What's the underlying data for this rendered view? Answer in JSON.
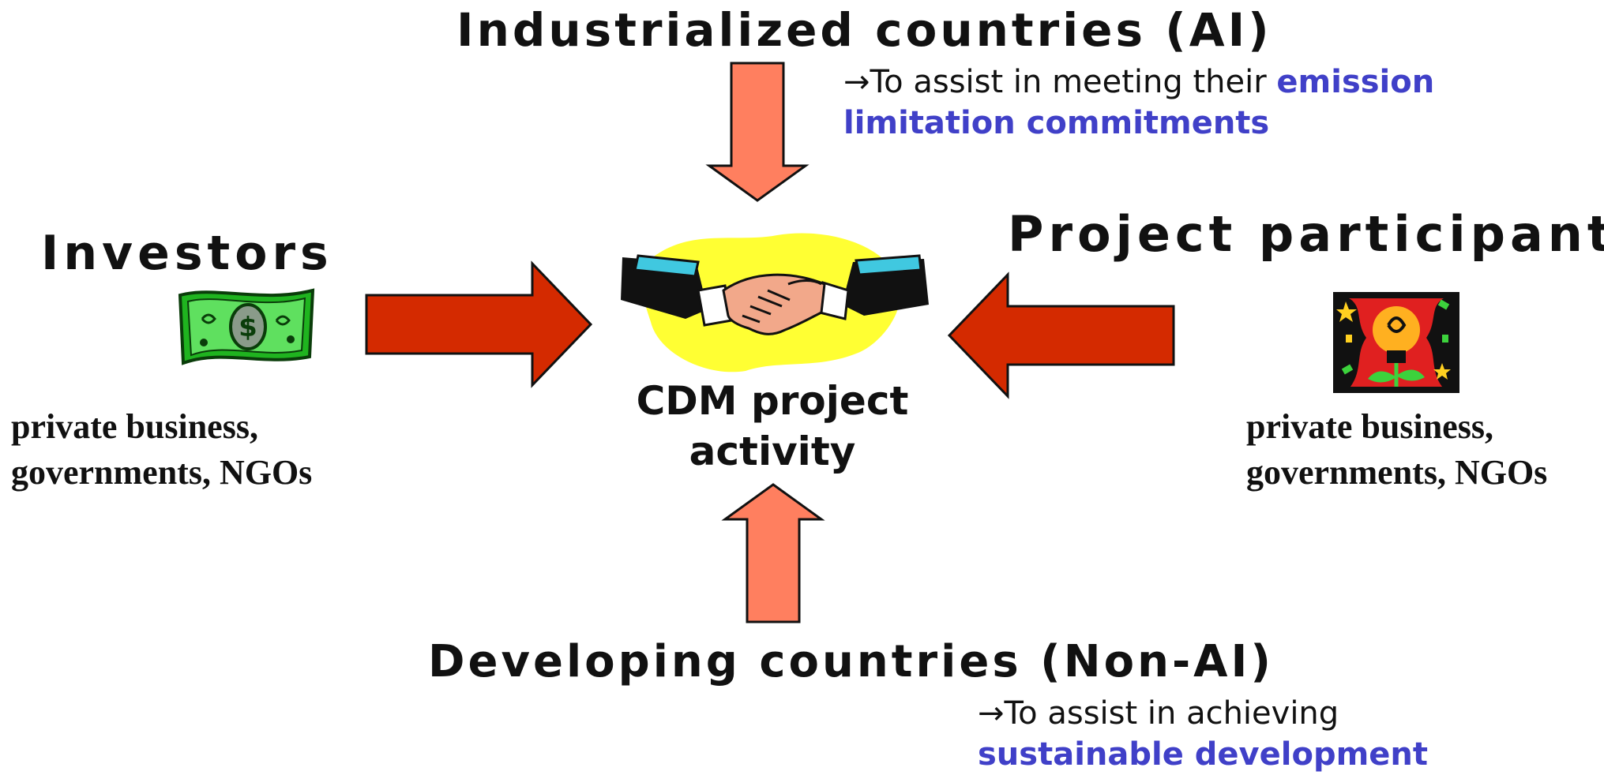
{
  "top": {
    "heading": "Industrialized countries (AI)",
    "note_prefix": "→To assist in meeting their ",
    "note_emphasis": "emission limitation commitments"
  },
  "left": {
    "heading": "Investors",
    "sub_line1": "private business,",
    "sub_line2": "governments, NGOs"
  },
  "right": {
    "heading": "Project participants",
    "sub_line1": "private business,",
    "sub_line2": "governments, NGOs"
  },
  "center": {
    "label_line1": "CDM project",
    "label_line2": "activity"
  },
  "bottom": {
    "heading": "Developing countries (Non-AI)",
    "note_prefix": "→To assist in achieving",
    "note_emphasis": "sustainable development"
  },
  "icons": {
    "investor": "money-bill-icon",
    "participant": "lightbulb-plant-icon",
    "center": "handshake-icon"
  },
  "colors": {
    "horizontal_arrow": "#d42a00",
    "vertical_arrow": "#ff7f5f",
    "emphasis_text": "#4040c8",
    "handshake_glow": "#ffff33"
  }
}
